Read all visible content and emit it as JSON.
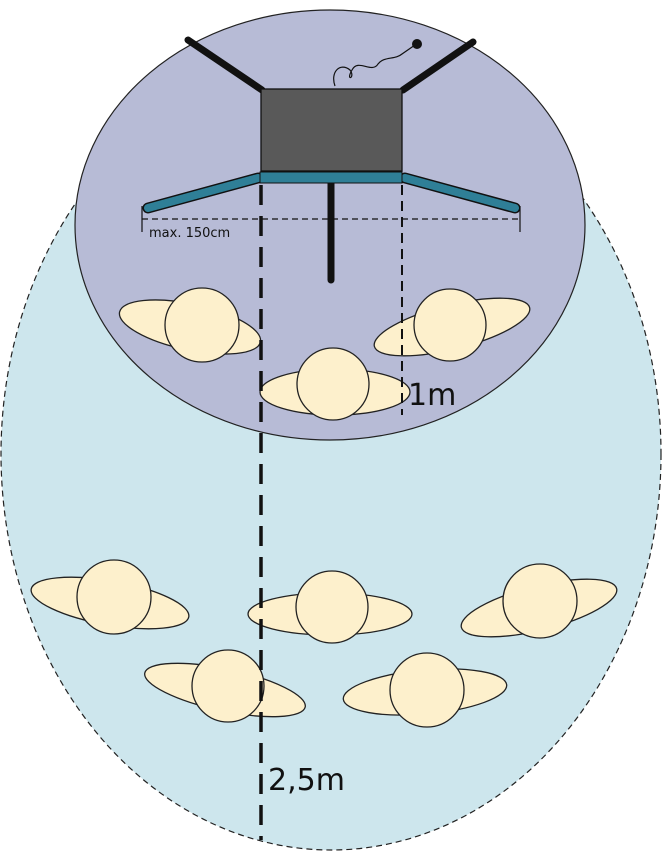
{
  "labels": {
    "max_width": "max. 150cm",
    "near_distance": "1m",
    "far_distance": "2,5m"
  },
  "colors": {
    "outer_zone": "#cde6ed",
    "inner_zone": "#b7bbd6",
    "desk": "#595959",
    "bench": "#2f7f97",
    "person": "#fdf0cc",
    "stroke": "#111111"
  },
  "icons": {
    "microphone": "microphone-icon",
    "person": "person-top-view-icon"
  }
}
